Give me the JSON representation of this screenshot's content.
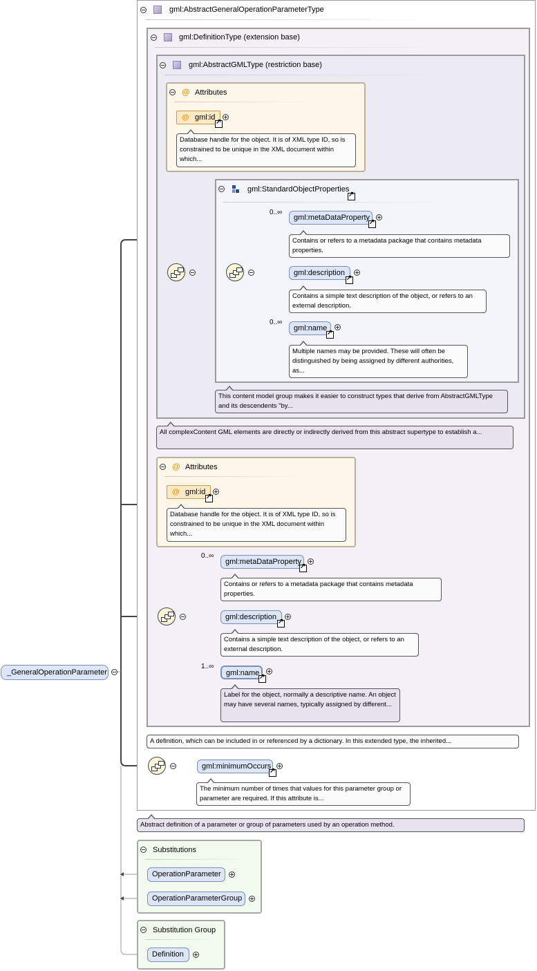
{
  "root": {
    "name": "_GeneralOperationParameter"
  },
  "type": {
    "title": "gml:AbstractGeneralOperationParameterType",
    "doc": "Abstract definition of a parameter or group of parameters used by an operation method."
  },
  "definition_type": {
    "title": "gml:DefinitionType (extension base)",
    "doc": "A definition, which can be included in or referenced by a dictionary. In this extended type, the inherited..."
  },
  "abstract_gml": {
    "title": "gml:AbstractGMLType (restriction base)",
    "doc": "All complexContent GML elements are directly or indirectly derived from this abstract supertype to establish a...",
    "attributes_label": "Attributes",
    "attr_id": "gml:id",
    "attr_id_doc": "Database handle for the object. It is of XML type ID, so is constrained to be unique in the XML document within which...",
    "std_group": {
      "title": "gml:StandardObjectProperties",
      "doc": "This content model group makes it easier to construct types that derive from AbstractGMLType and its descendents \"by...",
      "elements": [
        {
          "name": "gml:metaDataProperty",
          "occ": "0..∞",
          "doc": "Contains or refers to a metadata package that contains metadata properties."
        },
        {
          "name": "gml:description",
          "occ": "",
          "doc": "Contains a simple text description of the object, or refers to an external description."
        },
        {
          "name": "gml:name",
          "occ": "0..∞",
          "doc": "Multiple names may be provided. These will often be distinguished by being assigned by different authorities, as..."
        }
      ]
    }
  },
  "def_attrs": {
    "label": "Attributes",
    "attr_id": "gml:id",
    "attr_id_doc": "Database handle for the object. It is of XML type ID, so is constrained to be unique in the XML document within which..."
  },
  "def_seq": [
    {
      "name": "gml:metaDataProperty",
      "occ": "0..∞",
      "doc": "Contains or refers to a metadata package that contains metadata properties."
    },
    {
      "name": "gml:description",
      "occ": "",
      "doc": "Contains a simple text description of the object, or refers to an external description."
    },
    {
      "name": "gml:name",
      "occ": "1..∞",
      "doc": "Label for the object, normally a descriptive name. An object may have several names, typically assigned by different..."
    }
  ],
  "min_occurs": {
    "name": "gml:minimumOccurs",
    "doc": "The minimum number of times that values for this parameter group or parameter are required. If this attribute is..."
  },
  "substitutions": {
    "title": "Substitutions",
    "items": [
      "OperationParameter",
      "OperationParameterGroup"
    ]
  },
  "substitution_group": {
    "title": "Substitution Group",
    "item": "Definition"
  }
}
